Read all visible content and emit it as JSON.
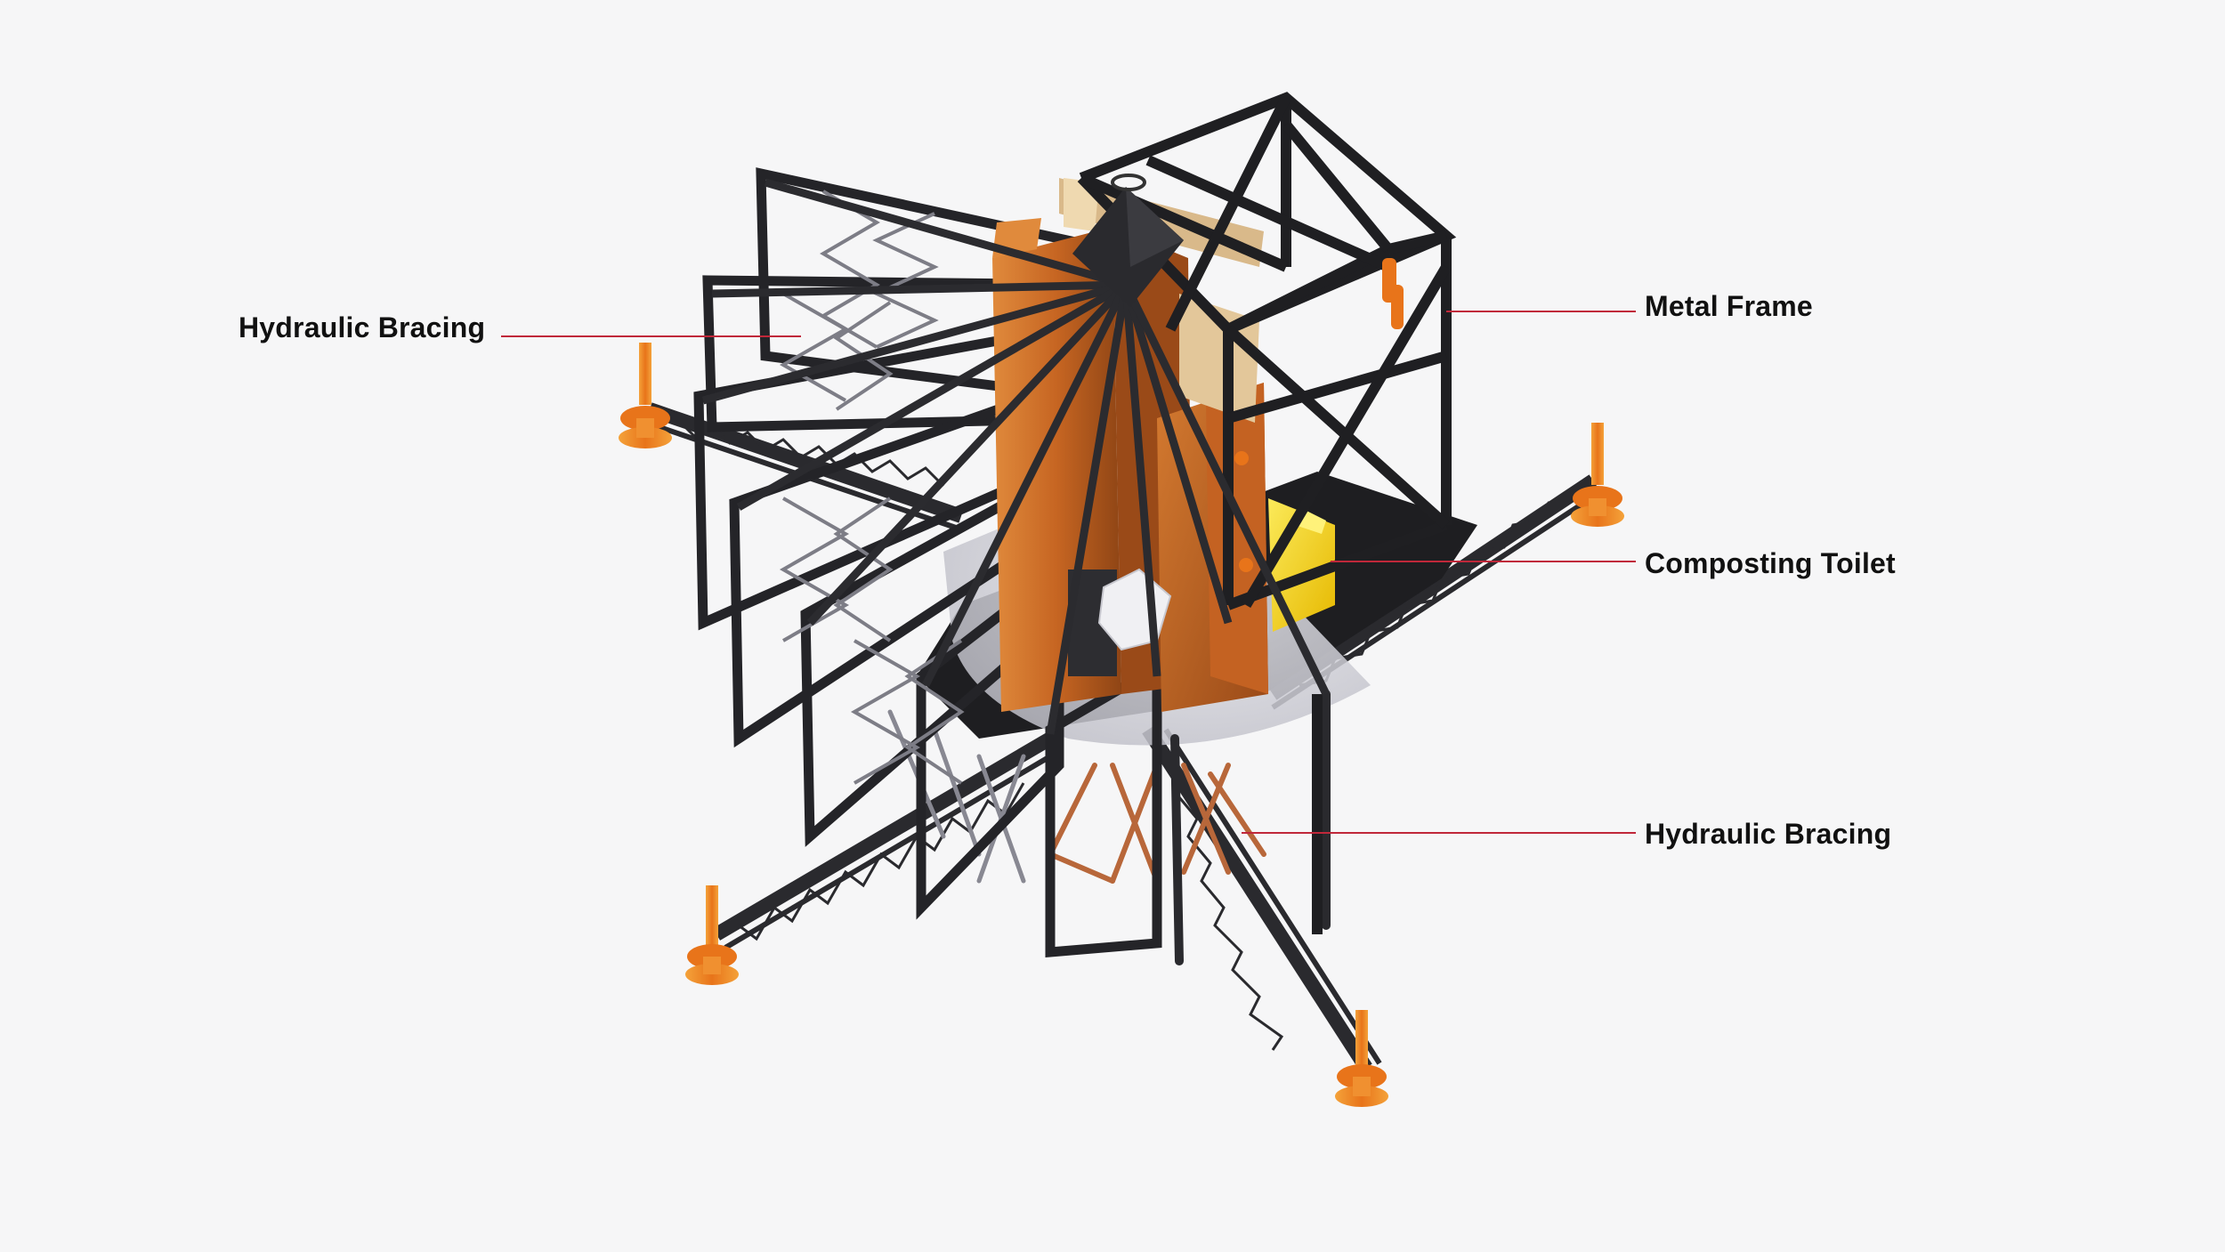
{
  "labels": {
    "hydraulic_bracing_top": "Hydraulic Bracing",
    "metal_frame": "Metal Frame",
    "composting_toilet": "Composting Toilet",
    "hydraulic_bracing_bottom": "Hydraulic Bracing"
  },
  "colors": {
    "background": "#f6f6f7",
    "frame": "#1f1f22",
    "copper": "#c86a28",
    "foot_orange": "#f08a1c",
    "toilet_yellow": "#f4d21a",
    "wood": "#d9b98a",
    "deck_grey": "#d4d4da",
    "leader_line": "#c0283a"
  }
}
